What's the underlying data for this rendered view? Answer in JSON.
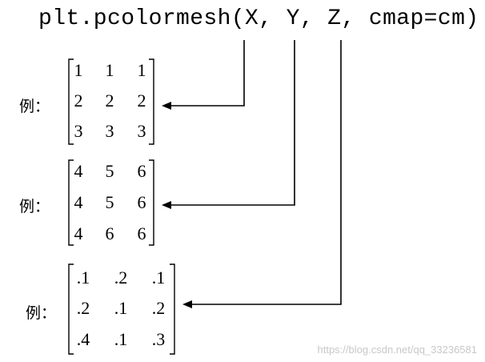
{
  "code_line": "plt.pcolormesh(X, Y, Z, cmap=cm)",
  "example_label": "例：",
  "matrices": [
    {
      "name": "X",
      "rows": [
        [
          "1",
          "1",
          "1"
        ],
        [
          "2",
          "2",
          "2"
        ],
        [
          "3",
          "3",
          "3"
        ]
      ]
    },
    {
      "name": "Y",
      "rows": [
        [
          "4",
          "5",
          "6"
        ],
        [
          "4",
          "5",
          "6"
        ],
        [
          "4",
          "6",
          "6"
        ]
      ]
    },
    {
      "name": "Z",
      "rows": [
        [
          ".1",
          ".2",
          ".1"
        ],
        [
          ".2",
          ".1",
          ".2"
        ],
        [
          ".4",
          ".1",
          ".3"
        ]
      ]
    }
  ],
  "watermark": "https://blog.csdn.net/qq_33236581"
}
